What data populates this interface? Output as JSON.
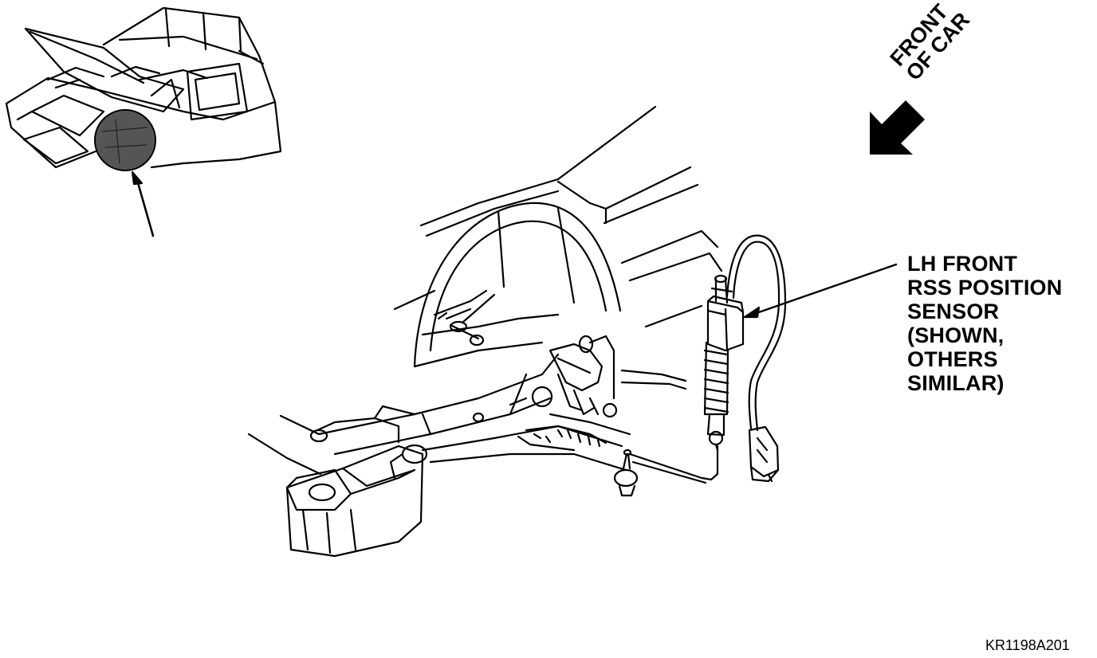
{
  "direction": {
    "line1": "FRONT",
    "line2": "OF CAR"
  },
  "callout": {
    "line1": "LH FRONT",
    "line2": "RSS POSITION",
    "line3": "SENSOR",
    "line4": "(SHOWN,",
    "line5": "OTHERS",
    "line6": "SIMILAR)"
  },
  "figure_code": "KR1198A201",
  "colors": {
    "ink": "#000000",
    "paper": "#ffffff",
    "highlight_fill": "#555555"
  }
}
